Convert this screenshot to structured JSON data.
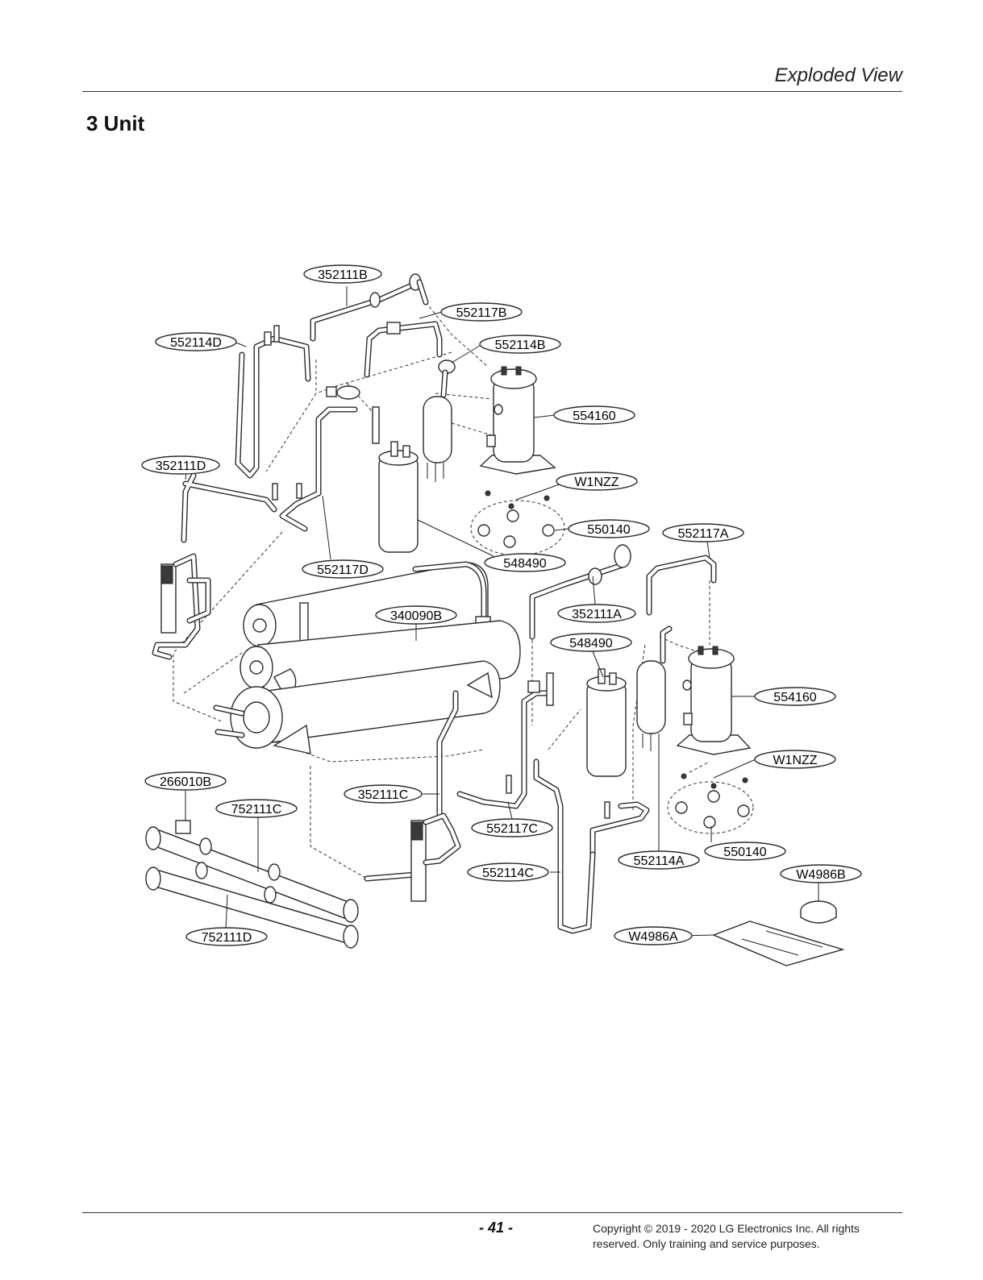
{
  "header": {
    "title": "Exploded View"
  },
  "section": {
    "title": "3 Unit"
  },
  "labels": [
    "352111B",
    "552117B",
    "552114D",
    "552114B",
    "554160",
    "352111D",
    "W1NZZ",
    "550140",
    "552117A",
    "552117D",
    "548490",
    "340090B",
    "352111A",
    "548490",
    "554160",
    "W1NZZ",
    "266010B",
    "352111C",
    "752111C",
    "552117C",
    "550140",
    "552114A",
    "552114C",
    "W4986B",
    "752111D",
    "W4986A"
  ],
  "footer": {
    "page_number": "- 41 -",
    "copyright_line1": "Copyright © 2019 - 2020 LG Electronics Inc. All rights",
    "copyright_line2": "reserved. Only training and service purposes."
  }
}
